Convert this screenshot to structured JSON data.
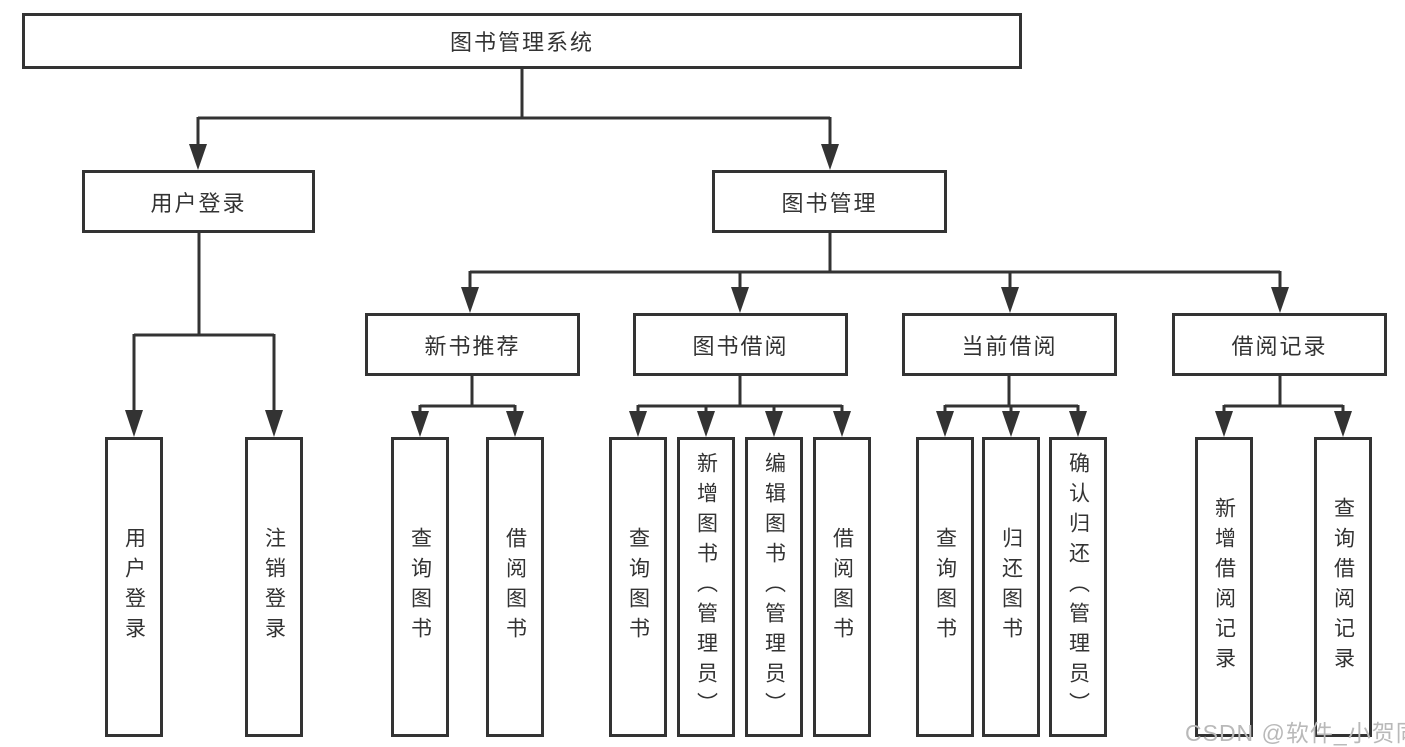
{
  "diagram_title": "图书管理系统",
  "nodes": {
    "root": {
      "label": "图书管理系统"
    },
    "level2": {
      "user_login": {
        "label": "用户登录"
      },
      "book_management": {
        "label": "图书管理"
      }
    },
    "level3": {
      "new_book_recommend": {
        "label": "新书推荐"
      },
      "book_borrow": {
        "label": "图书借阅"
      },
      "current_borrow": {
        "label": "当前借阅"
      },
      "borrow_records": {
        "label": "借阅记录"
      }
    },
    "leaves": {
      "user_login_leaf": {
        "label": "用户登录",
        "parent": "用户登录"
      },
      "logout": {
        "label": "注销登录",
        "parent": "用户登录"
      },
      "query_book_recommend": {
        "label": "查询图书",
        "parent": "新书推荐"
      },
      "borrow_book_recommend": {
        "label": "借阅图书",
        "parent": "新书推荐"
      },
      "query_book_borrow": {
        "label": "查询图书",
        "parent": "图书借阅"
      },
      "add_book_admin": {
        "label": "新增图书（管理员）",
        "parent": "图书借阅"
      },
      "edit_book_admin": {
        "label": "编辑图书（管理员）",
        "parent": "图书借阅"
      },
      "borrow_book": {
        "label": "借阅图书",
        "parent": "图书借阅"
      },
      "query_book_current": {
        "label": "查询图书",
        "parent": "当前借阅"
      },
      "return_book": {
        "label": "归还图书",
        "parent": "当前借阅"
      },
      "confirm_return_admin": {
        "label": "确认归还（管理员）",
        "parent": "当前借阅"
      },
      "add_borrow_record": {
        "label": "新增借阅记录",
        "parent": "借阅记录"
      },
      "query_borrow_record": {
        "label": "查询借阅记录",
        "parent": "借阅记录"
      }
    }
  },
  "watermark": "CSDN @软件_小贺同学",
  "colors": {
    "line": "#333333",
    "box_border": "#333333",
    "box_background": "#ffffff",
    "text": "#333333",
    "watermark": "#b9b9b9",
    "page_background": "#ffffff"
  }
}
